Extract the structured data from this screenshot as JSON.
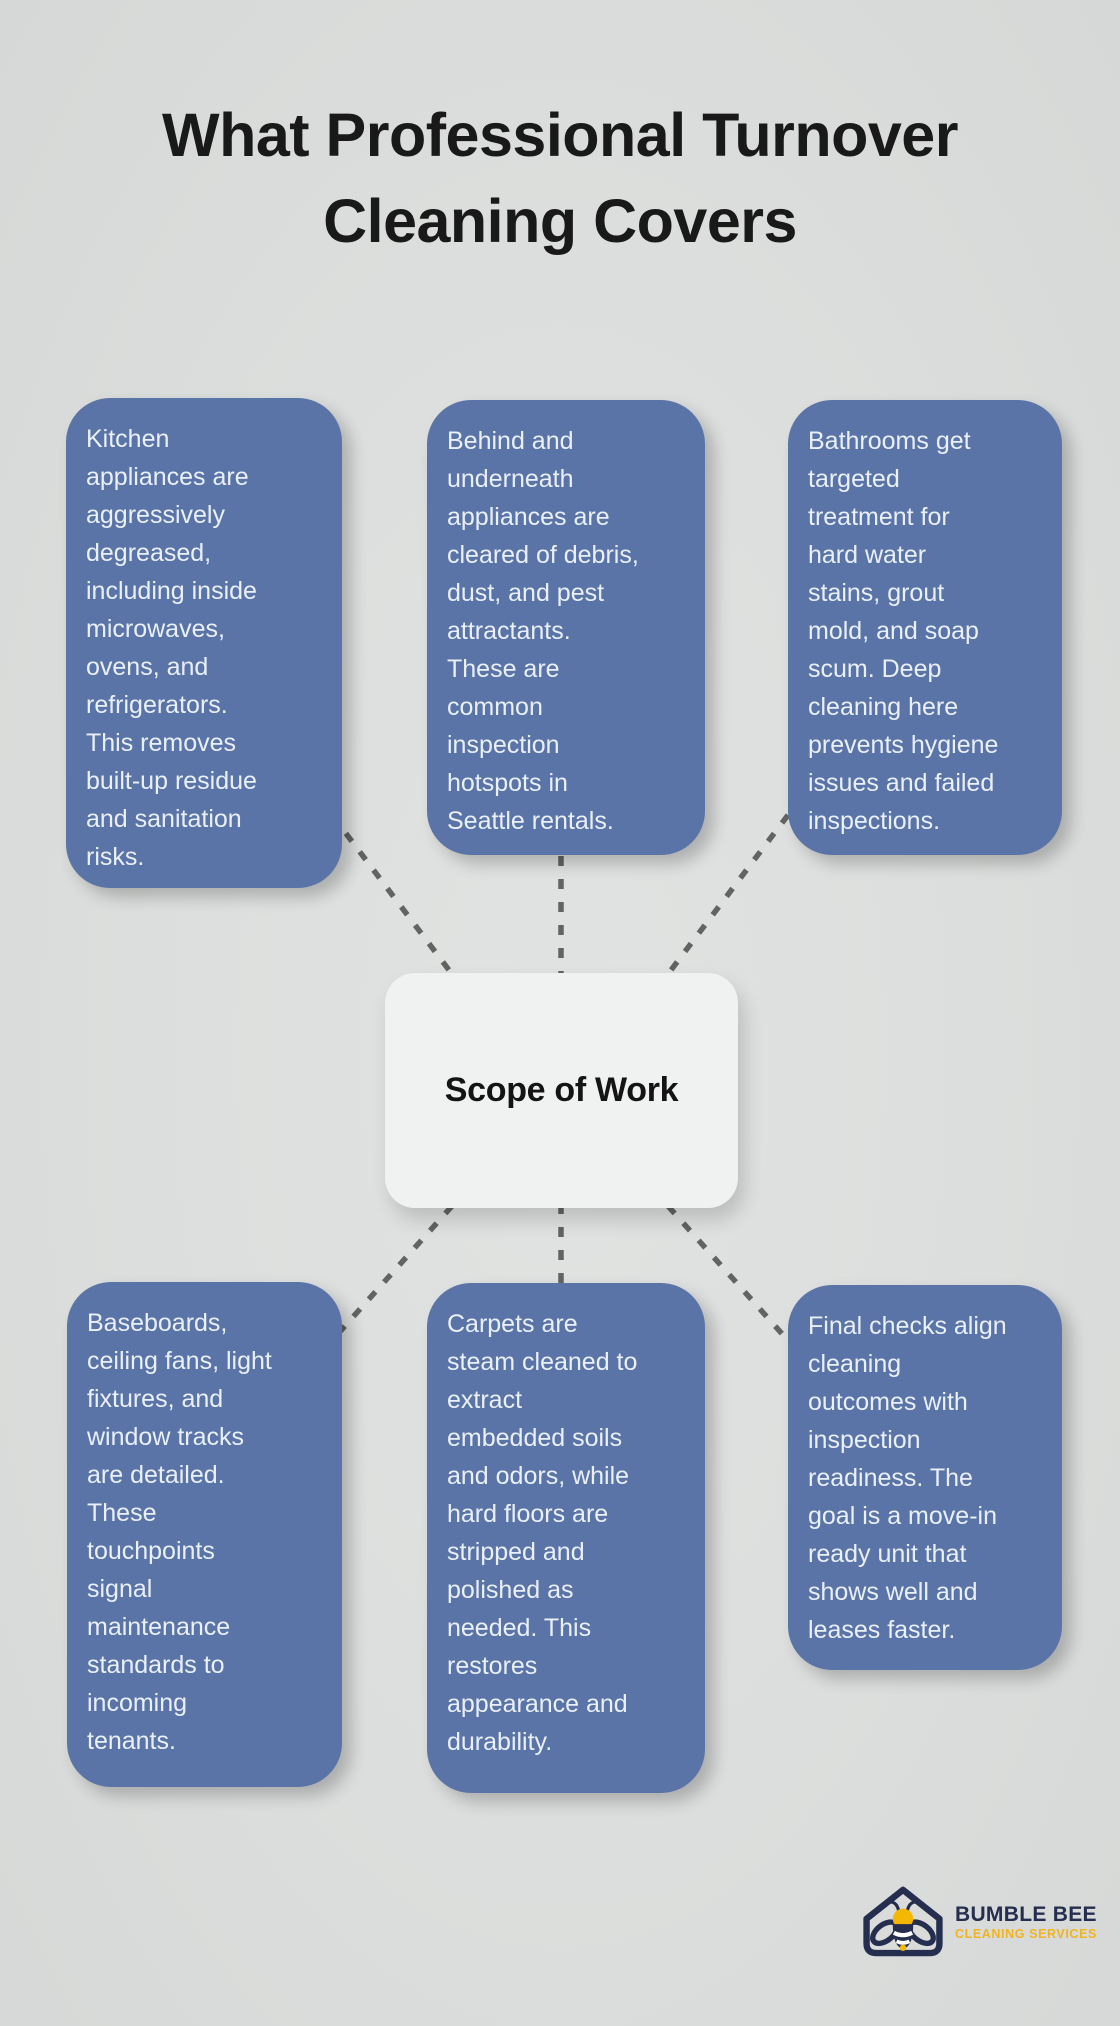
{
  "title": "What Professional Turnover\nCleaning Covers",
  "center": {
    "label": "Scope of Work"
  },
  "nodes": [
    {
      "text": "Kitchen\nappliances are\naggressively\ndegreased,\nincluding inside\nmicrowaves,\novens, and\nrefrigerators.\nThis removes\nbuilt-up residue\nand sanitation\nrisks."
    },
    {
      "text": "Behind and\nunderneath\nappliances are\ncleared of debris,\ndust, and pest\nattractants.\nThese are\ncommon\ninspection\nhotspots in\nSeattle rentals."
    },
    {
      "text": "Bathrooms get\ntargeted\ntreatment for\nhard water\nstains, grout\nmold, and soap\nscum. Deep\ncleaning here\nprevents hygiene\nissues and failed\ninspections."
    },
    {
      "text": "Baseboards,\nceiling fans, light\nfixtures, and\nwindow tracks\nare detailed.\nThese\ntouchpoints\nsignal\nmaintenance\nstandards to\nincoming\ntenants."
    },
    {
      "text": "Carpets are\nsteam cleaned to\nextract\nembedded soils\nand odors, while\nhard floors are\nstripped and\npolished as\nneeded. This\nrestores\nappearance and\ndurability."
    },
    {
      "text": "Final checks align\ncleaning\noutcomes with\ninspection\nreadiness. The\ngoal is a move-in\nready unit that\nshows well and\nleases faster."
    }
  ],
  "logo": {
    "name": "BUMBLE BEE",
    "tagline": "CLEANING SERVICES"
  },
  "colors": {
    "background": "#dcdedd",
    "node_fill": "#5b74a7",
    "node_text": "#e9f0f8",
    "center_fill": "#f0f1f1",
    "center_text": "#141414",
    "connector": "#636363",
    "title_text": "#191919",
    "logo_navy": "#252e4e",
    "logo_yellow": "#f2b71c"
  }
}
